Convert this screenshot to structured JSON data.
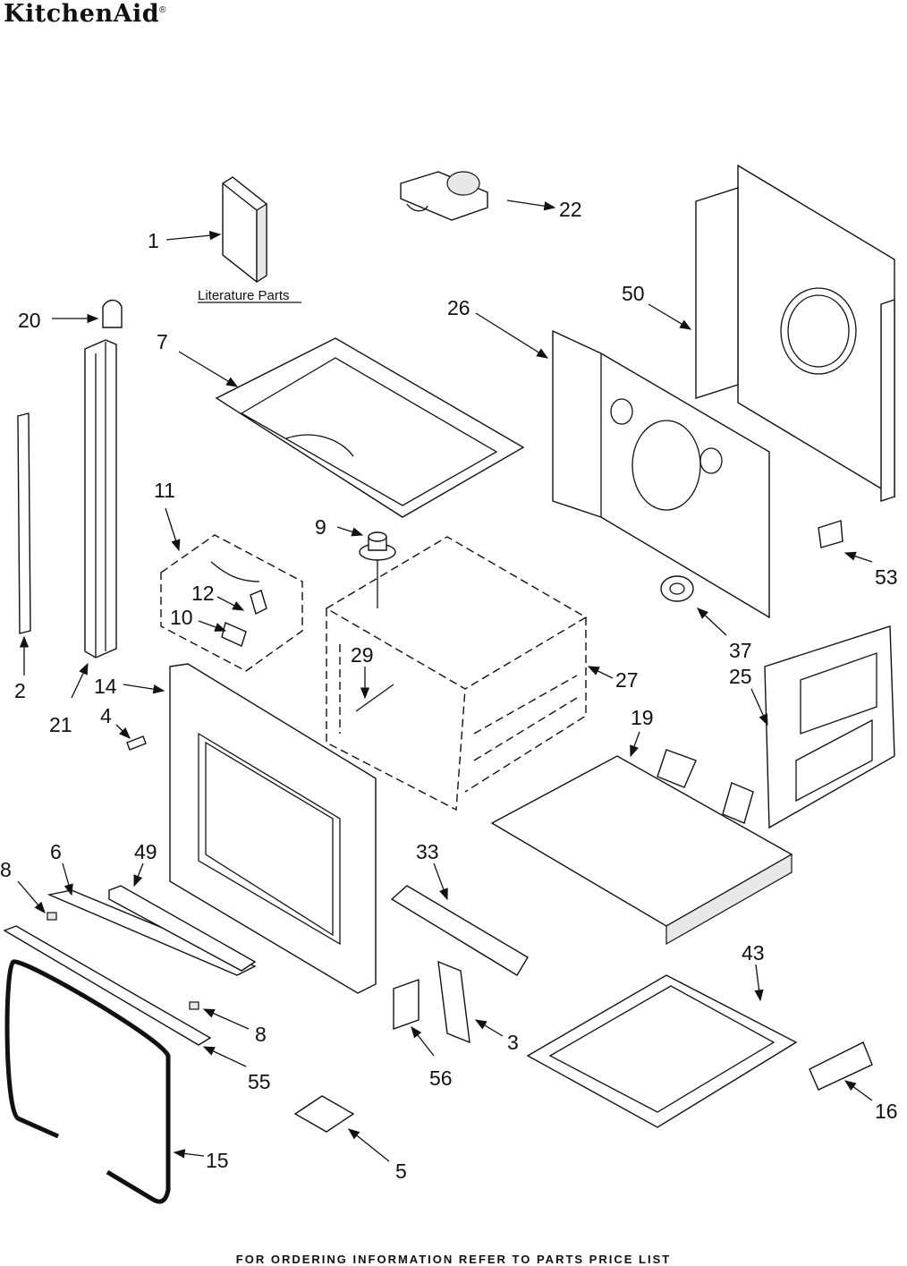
{
  "brand": {
    "logo_text": "KitchenAid",
    "trademark": "®"
  },
  "literature_label": "Literature Parts",
  "footer_text": "FOR ORDERING INFORMATION REFER TO PARTS PRICE LIST",
  "callouts": {
    "c1": "1",
    "c2": "2",
    "c3": "3",
    "c4": "4",
    "c5": "5",
    "c6": "6",
    "c7": "7",
    "c8a": "8",
    "c8b": "8",
    "c9": "9",
    "c10": "10",
    "c11": "11",
    "c12": "12",
    "c14": "14",
    "c15": "15",
    "c16": "16",
    "c19": "19",
    "c20": "20",
    "c21": "21",
    "c22": "22",
    "c25": "25",
    "c26": "26",
    "c27": "27",
    "c29": "29",
    "c33": "33",
    "c37": "37",
    "c43": "43",
    "c49": "49",
    "c50": "50",
    "c53": "53",
    "c55": "55",
    "c56": "56"
  }
}
